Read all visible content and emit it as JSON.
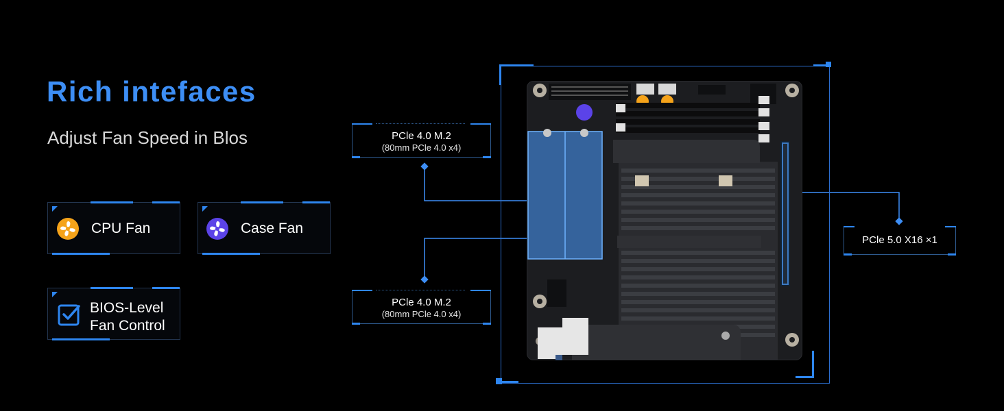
{
  "headline": "Rich intefaces",
  "subline": "Adjust Fan Speed in Blos",
  "cards": {
    "cpu_fan": "CPU Fan",
    "case_fan": "Case Fan",
    "bios_line1": "BIOS-Level",
    "bios_line2": "Fan Control"
  },
  "callouts": {
    "m2_top_title": "PCle 4.0 M.2",
    "m2_top_sub": "(80mm PCle 4.0 x4)",
    "m2_bottom_title": "PCle 4.0 M.2",
    "m2_bottom_sub": "(80mm PCle 4.0 x4)",
    "pcie_slot": "PCle 5.0 X16 ×1"
  },
  "colors": {
    "accent": "#3d8ef5",
    "cpu_fan_icon": "#f5a31a",
    "case_fan_icon": "#5b43e8",
    "background": "#000000"
  },
  "icons": {
    "cpu_fan": "fan-icon-orange",
    "case_fan": "fan-icon-purple",
    "bios": "checkbox-icon"
  }
}
